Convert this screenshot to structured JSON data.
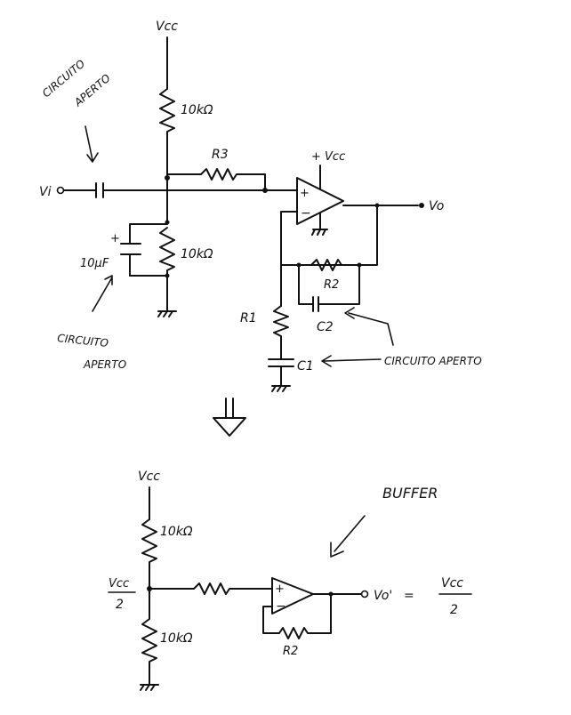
{
  "top_circuit": {
    "vcc_label": "Vcc",
    "vcc_opamp_label": "+ Vcc",
    "r_top_label": "10kΩ",
    "r_bottom_label": "10kΩ",
    "r3_label": "R3",
    "r2_label": "R2",
    "r1_label": "R1",
    "c1_label": "C1",
    "c2_label": "C2",
    "cap_input_value": "10µF",
    "vi_label": "Vi",
    "vo_label": "Vo",
    "plus_sign": "+",
    "minus_sign": "−",
    "annotation_open_left_top_1": "CIRCUITO",
    "annotation_open_left_top_2": "APERTO",
    "annotation_open_left_bottom_1": "CIRCUITO",
    "annotation_open_left_bottom_2": "APERTO",
    "annotation_open_right": "CIRCUITO APERTO"
  },
  "arrow_label": "⇓",
  "bottom_circuit": {
    "vcc_label": "Vcc",
    "r_top_label": "10kΩ",
    "r_bottom_label": "10kΩ",
    "node_label_num": "Vcc",
    "node_label_den": "2",
    "r2_label": "R2",
    "buffer_label": "BUFFER",
    "vo_prime_label": "Vo'",
    "equals": "=",
    "result_num": "Vcc",
    "result_den": "2",
    "plus_sign": "+",
    "minus_sign": "−"
  }
}
